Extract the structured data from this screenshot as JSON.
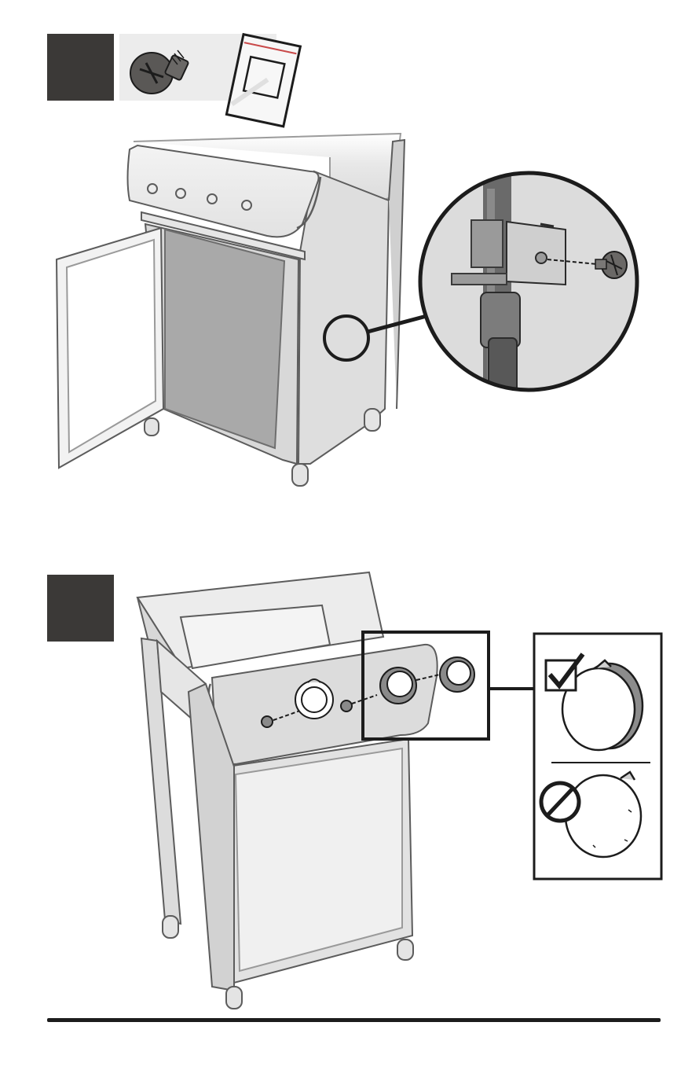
{
  "steps": [
    {
      "id": "step-1",
      "number": "",
      "hardware_icon": "screw-icon",
      "bag_icon": "hardware-bag-icon"
    },
    {
      "id": "step-2",
      "number": "",
      "detail": [
        "knob-correct-orientation",
        "knob-incorrect-orientation"
      ]
    }
  ],
  "icons": {
    "correct": "checkmark-icon",
    "incorrect": "prohibited-icon"
  },
  "colors": {
    "badge": "#3b3937",
    "line": "#1c1c1c",
    "panel": "#dcdcdc"
  }
}
